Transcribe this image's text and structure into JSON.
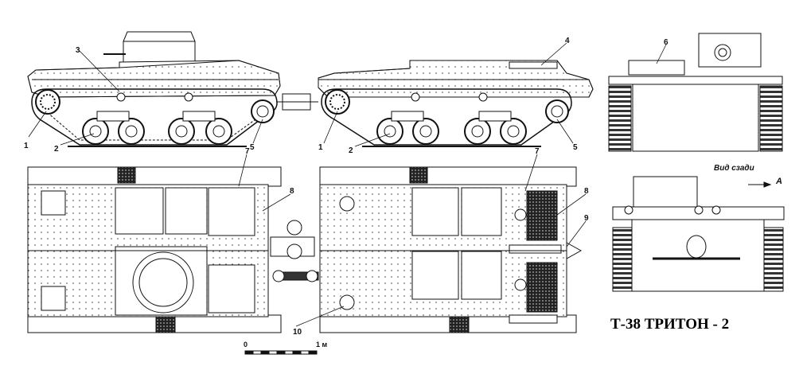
{
  "title": "Т-38 ТРИТОН - 2",
  "rear_view_caption": "Вид сзади",
  "view_arrow_letter": "А",
  "scale": {
    "start_label": "0",
    "end_label": "1 м"
  },
  "callouts": {
    "n1": "1",
    "n2": "2",
    "n3": "3",
    "n4": "4",
    "n5": "5",
    "n6": "6",
    "n7": "7",
    "n8": "8",
    "n9": "9",
    "n10": "10"
  }
}
